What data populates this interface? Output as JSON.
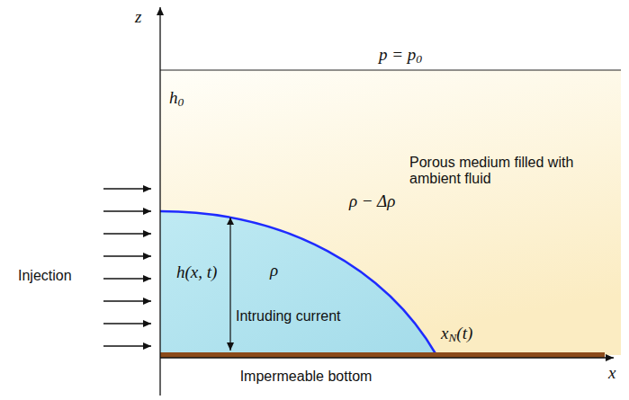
{
  "diagram": {
    "labels": [
      "z",
      "p = p0",
      "h0",
      "ρ − Δρ",
      "Porous medium filled with ambient fluid",
      "Injection",
      "h(x, t)",
      "ρ",
      "Intruding current",
      "xN(t)",
      "Impermeable bottom",
      "x"
    ]
  }
}
